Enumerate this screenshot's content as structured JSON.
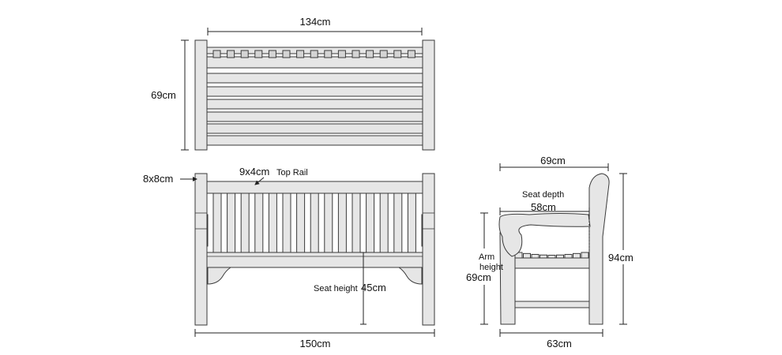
{
  "top_view": {
    "width_label": "134cm",
    "depth_label": "69cm"
  },
  "front_view": {
    "post_label": "8x8cm",
    "top_rail_size": "9x4cm",
    "top_rail_name": "Top Rail",
    "seat_height_name": "Seat height",
    "seat_height_value": "45cm",
    "width_label": "150cm"
  },
  "side_view": {
    "depth_label": "69cm",
    "seat_depth_name": "Seat depth",
    "seat_depth_value": "58cm",
    "arm_label_1": "Arm",
    "arm_label_2": "height",
    "arm_height_value": "69cm",
    "height_label": "94cm",
    "base_depth_label": "63cm"
  }
}
